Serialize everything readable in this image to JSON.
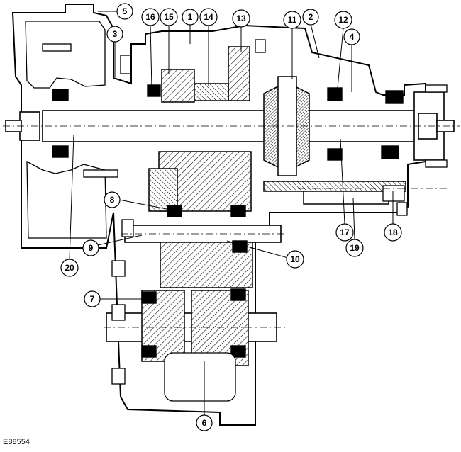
{
  "figure": {
    "reference_code": "E88554",
    "callouts": [
      "1",
      "2",
      "3",
      "4",
      "5",
      "6",
      "7",
      "8",
      "9",
      "10",
      "11",
      "12",
      "13",
      "14",
      "15",
      "16",
      "17",
      "18",
      "19",
      "20"
    ]
  }
}
